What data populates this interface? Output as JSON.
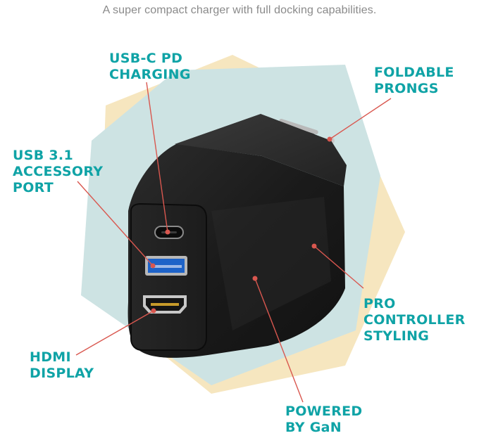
{
  "subtitle": "A super compact charger with full docking capabilities.",
  "colors": {
    "accent_text": "#0fa3a6",
    "callout_line": "#d9574f",
    "hexagon_blue": "#cde3e3",
    "hexagon_yellow": "#f6e6bf",
    "charger_body": "#1c1c1c"
  },
  "callouts": {
    "usb_c": {
      "line1": "USB-C PD",
      "line2": "CHARGING"
    },
    "prongs": {
      "line1": "FOLDABLE",
      "line2": "PRONGS"
    },
    "usb31": {
      "line1": "USB 3.1",
      "line2": "ACCESSORY",
      "line3": "PORT"
    },
    "pro": {
      "line1": "PRO",
      "line2": "CONTROLLER",
      "line3": "STYLING"
    },
    "hdmi": {
      "line1": "HDMI",
      "line2": "DISPLAY"
    },
    "gan": {
      "line1": "POWERED",
      "line2": "BY GaN"
    }
  }
}
